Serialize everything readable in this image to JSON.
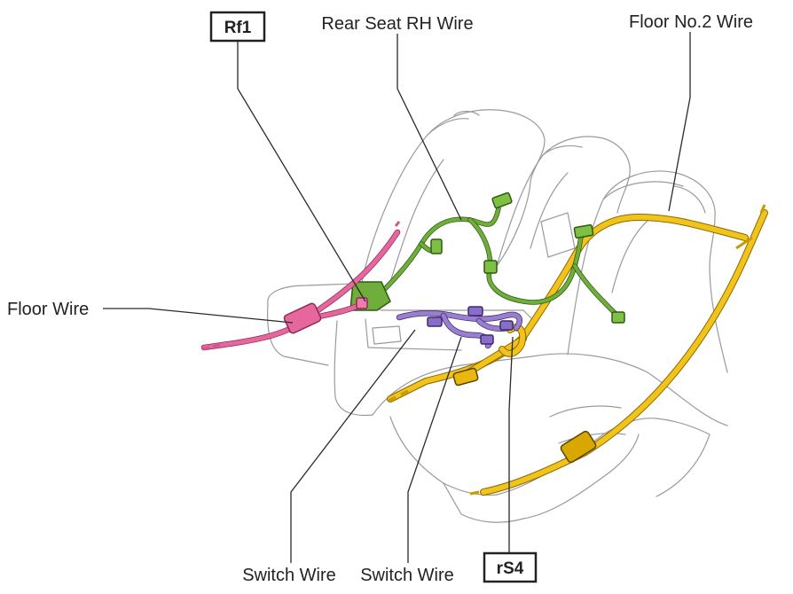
{
  "labels": {
    "rf1": "Rf1",
    "rear_seat_rh_wire": "Rear Seat RH Wire",
    "floor_no2_wire": "Floor No.2 Wire",
    "floor_wire": "Floor Wire",
    "switch_wire_left": "Switch Wire",
    "switch_wire_right": "Switch Wire",
    "rs4": "rS4"
  },
  "colors": {
    "floor_no2_wire": "#f2c31a",
    "rear_seat_rh_wire": "#6fae3a",
    "floor_wire": "#e6669e",
    "switch_wire": "#9a7fd0"
  }
}
